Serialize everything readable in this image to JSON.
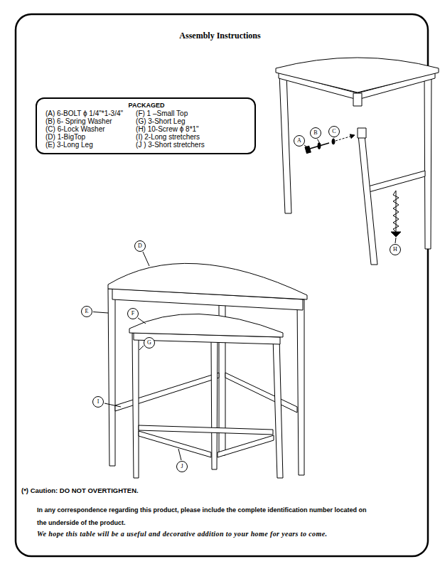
{
  "diagram": {
    "title": "Assembly Instructions",
    "nodes": [
      {
        "text": [
          "PACKAGED",
          "(A) 6-BOLT ϕ 1/4\"*1-3/4\"",
          "(B) 6- Spring Washer",
          "(C) 6-Lock Washer",
          "(D) 1-BigTop",
          "(E) 3-Long Leg",
          "(F) 1 –Small Top",
          "(G) 3-Short Leg",
          "(H) 10-Screw ϕ 8*1\"",
          "(I) 2-Long stretchers",
          "(J ) 3-Short stretchers"
        ]
      },
      {
        "text": [
          "A"
        ]
      },
      {
        "text": [
          "B"
        ]
      },
      {
        "text": [
          "C"
        ]
      },
      {
        "text": [
          "D"
        ]
      },
      {
        "text": [
          "H"
        ]
      },
      {
        "text": [
          "E"
        ]
      },
      {
        "text": [
          "F"
        ]
      },
      {
        "text": [
          "G"
        ]
      },
      {
        "text": [
          "I"
        ]
      },
      {
        "text": [
          "J"
        ]
      }
    ],
    "labels": [
      "(*) Caution: DO NOT OVERTIGHTEN.",
      "In any correspondence regarding this product, please include the complete identification number located on the underside of the product.",
      "We hope this table will be a useful and decorative addition to your home for years to come."
    ]
  }
}
